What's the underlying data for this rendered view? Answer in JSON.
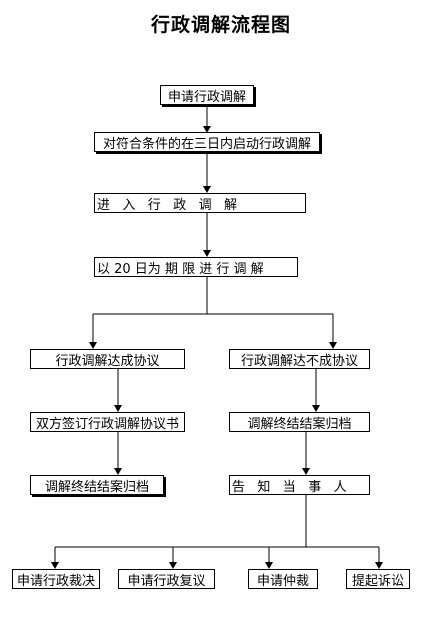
{
  "title": "行政调解流程图",
  "steps": {
    "apply": "申请行政调解",
    "start": "对符合条件的在三日内启动行政调解",
    "enter": "进   入   行   政   调   解",
    "deadline": "以 20 日为 期 限 进 行 调 解"
  },
  "branches": {
    "agree": "行政调解达成协议",
    "disagree": "行政调解达不成协议",
    "sign": "双方签订行政调解协议书",
    "archive_agree": "调解终结结案归档",
    "archive_disagree": "调解终结结案归档",
    "inform": "告   知   当   事   人"
  },
  "outcomes": {
    "ruling": "申请行政裁决",
    "review": "申请行政复议",
    "arbitration": "申请仲裁",
    "lawsuit": "提起诉讼"
  }
}
